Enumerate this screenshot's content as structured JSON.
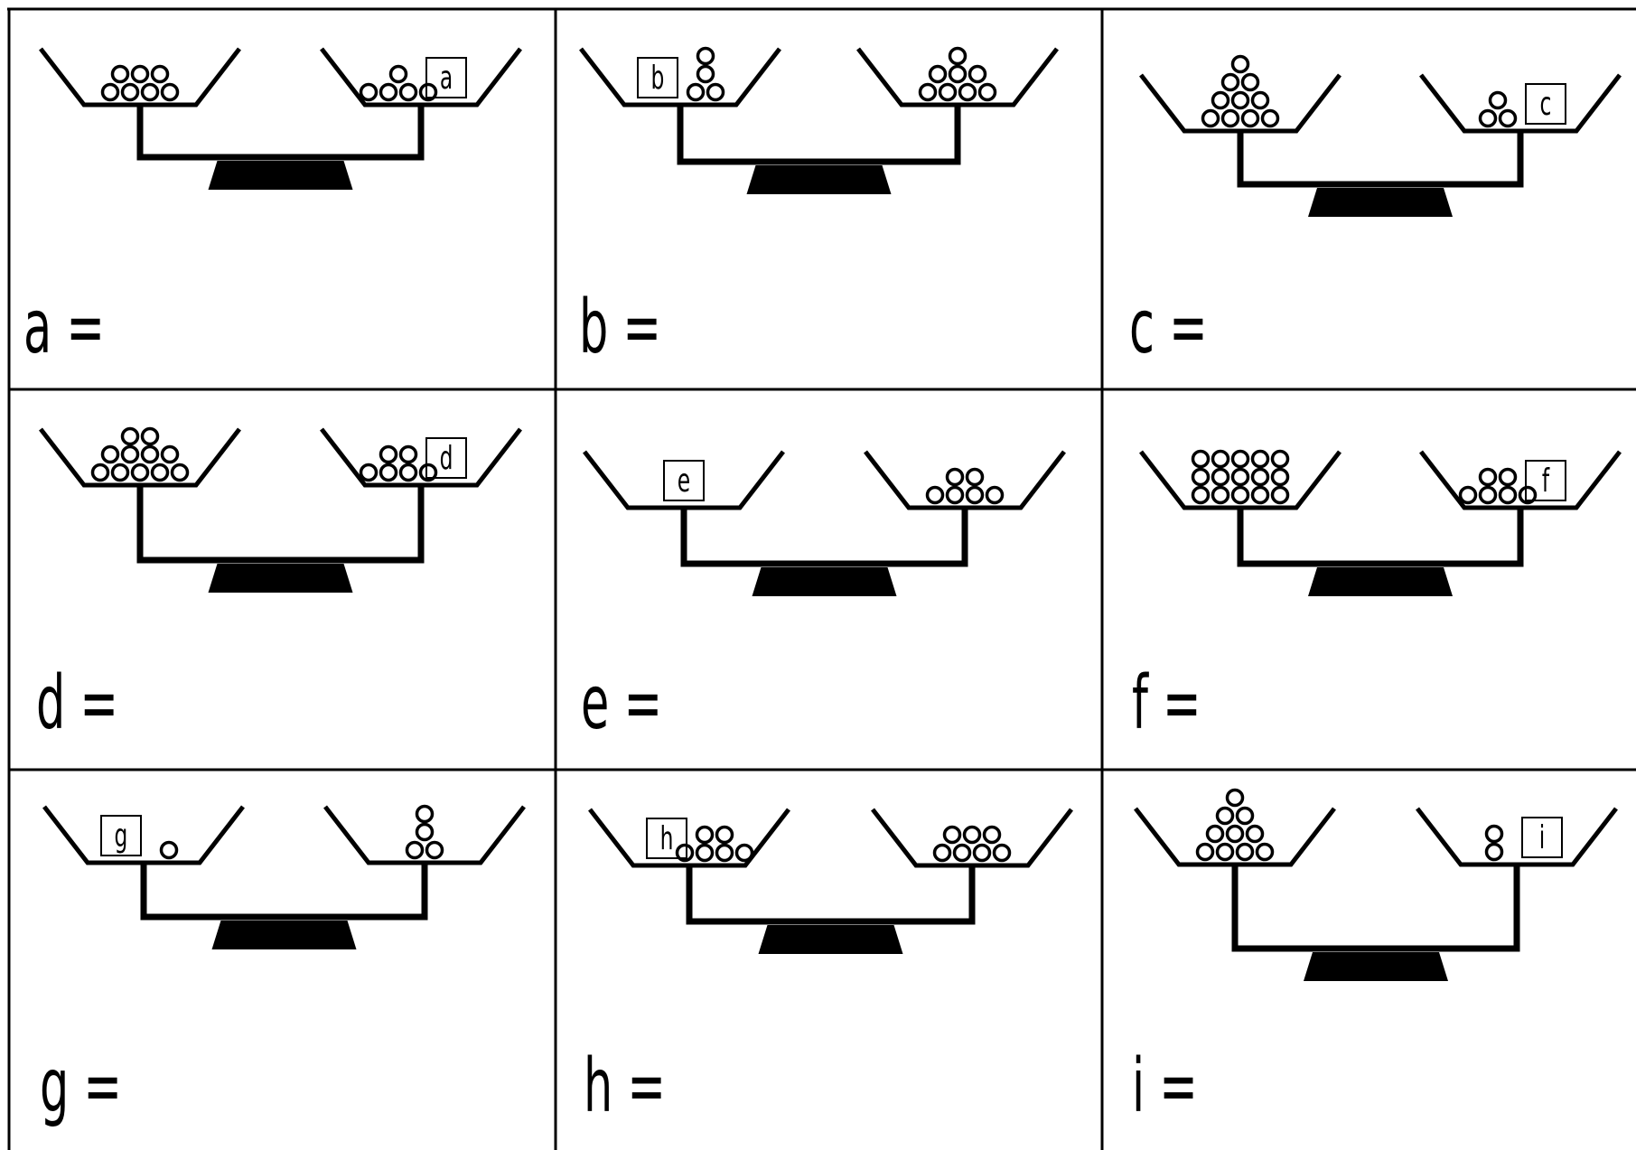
{
  "colors": {
    "ink": "#000000",
    "paper": "#ffffff"
  },
  "puzzles": [
    {
      "variable": "a",
      "answer_label": "a =",
      "left": {
        "counters": 7,
        "unknown": false
      },
      "right": {
        "counters": 5,
        "unknown": true
      }
    },
    {
      "variable": "b",
      "answer_label": "b =",
      "left": {
        "counters": 4,
        "unknown": true
      },
      "right": {
        "counters": 8,
        "unknown": false
      }
    },
    {
      "variable": "c",
      "answer_label": "c =",
      "left": {
        "counters": 10,
        "unknown": false
      },
      "right": {
        "counters": 3,
        "unknown": true
      }
    },
    {
      "variable": "d",
      "answer_label": "d =",
      "left": {
        "counters": 11,
        "unknown": false
      },
      "right": {
        "counters": 6,
        "unknown": true
      }
    },
    {
      "variable": "e",
      "answer_label": "e =",
      "left": {
        "counters": 0,
        "unknown": true
      },
      "right": {
        "counters": 6,
        "unknown": false
      }
    },
    {
      "variable": "f",
      "answer_label": "f =",
      "left": {
        "counters": 15,
        "unknown": false
      },
      "right": {
        "counters": 6,
        "unknown": true
      }
    },
    {
      "variable": "g",
      "answer_label": "g =",
      "left": {
        "counters": 1,
        "unknown": true
      },
      "right": {
        "counters": 4,
        "unknown": false
      }
    },
    {
      "variable": "h",
      "answer_label": "h =",
      "left": {
        "counters": 6,
        "unknown": true
      },
      "right": {
        "counters": 7,
        "unknown": false
      }
    },
    {
      "variable": "i",
      "answer_label": "i =",
      "left": {
        "counters": 10,
        "unknown": false
      },
      "right": {
        "counters": 2,
        "unknown": true
      }
    }
  ]
}
